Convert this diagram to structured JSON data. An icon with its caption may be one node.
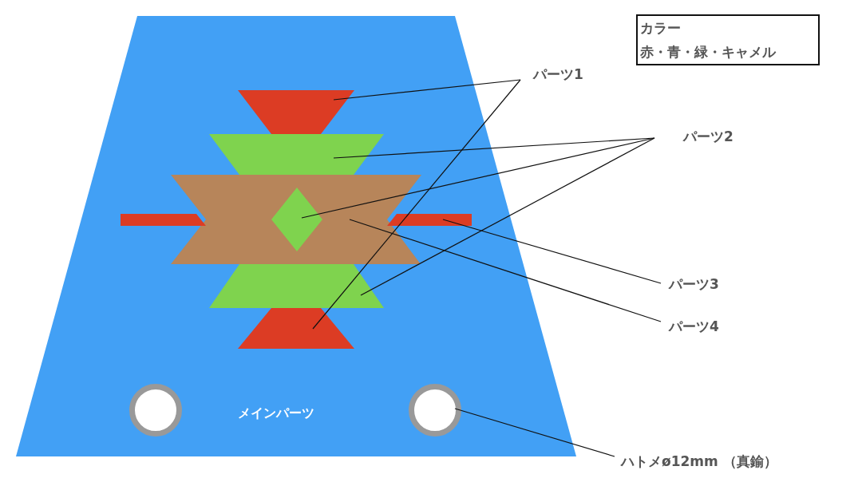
{
  "diagram": {
    "nodes": [
      {
        "text": [
          "メインパーツ"
        ]
      },
      {
        "text": [],
        "shape": "trapezoid",
        "in": 0
      },
      {
        "text": [],
        "shape": "trapezoid",
        "in": 0
      },
      {
        "text": [],
        "shape": "band",
        "in": 0
      },
      {
        "text": [],
        "shape": "diamond",
        "in": 3
      },
      {
        "text": [],
        "shape": "bar",
        "in": 0
      },
      {
        "text": [],
        "shape": "bar",
        "in": 0
      },
      {
        "text": [],
        "shape": "trapezoid",
        "in": 0
      },
      {
        "text": [],
        "shape": "trapezoid",
        "in": 0
      },
      {
        "text": [],
        "shape": "circle",
        "in": 0
      },
      {
        "text": [],
        "shape": "circle",
        "in": 0
      },
      {
        "text": [
          "パーツ1"
        ]
      },
      {
        "text": [
          "パーツ2"
        ]
      },
      {
        "text": [
          "パーツ3"
        ]
      },
      {
        "text": [
          "パーツ4"
        ]
      },
      {
        "text": [
          "ハトメø12mm （真鍮）"
        ]
      },
      {
        "text": [
          "カラー",
          "赤・青・緑・キャメル"
        ]
      }
    ],
    "edges": [
      {
        "from": 11,
        "to": 1,
        "arrow": "none"
      },
      {
        "from": 11,
        "to": 8,
        "arrow": "none"
      },
      {
        "from": 12,
        "to": 2,
        "arrow": "none"
      },
      {
        "from": 12,
        "to": 4,
        "arrow": "none"
      },
      {
        "from": 12,
        "to": 7,
        "arrow": "none"
      },
      {
        "from": 13,
        "to": 6,
        "arrow": "none"
      },
      {
        "from": 14,
        "to": 3,
        "arrow": "none"
      },
      {
        "from": 15,
        "to": 10,
        "arrow": "none"
      }
    ]
  }
}
